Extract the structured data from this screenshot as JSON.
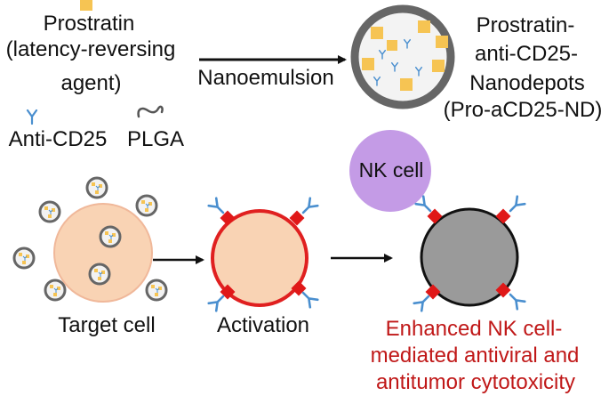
{
  "legend": {
    "prostratin_label": [
      "Prostratin",
      "(latency-reversing",
      "agent)"
    ],
    "anti_cd25_label": "Anti-CD25",
    "plga_label": "PLGA"
  },
  "process": {
    "nanoemulsion_label": "Nanoemulsion",
    "nanodepot_label": [
      "Prostratin-",
      "anti-CD25-",
      "Nanodepots",
      "(Pro-aCD25-ND)"
    ]
  },
  "cells": {
    "target_label": "Target cell",
    "activation_label": "Activation",
    "nk_label": "NK cell",
    "outcome_label": [
      "Enhanced NK cell-",
      "mediated antiviral and",
      "antitumor cytotoxicity"
    ]
  },
  "colors": {
    "prostratin": "#f6c453",
    "antibody": "#4a8fcf",
    "plga": "#555555",
    "nanodepot_shell": "#666666",
    "target_cell_fill": "#f9d3b4",
    "target_cell_stroke": "#f0b89a",
    "activation_fill": "#f9d3b4",
    "activation_stroke": "#e02020",
    "receptor": "#e01818",
    "nk_cell": "#c49be6",
    "dead_cell": "#9a9a9a",
    "outcome_text": "#c01818"
  }
}
